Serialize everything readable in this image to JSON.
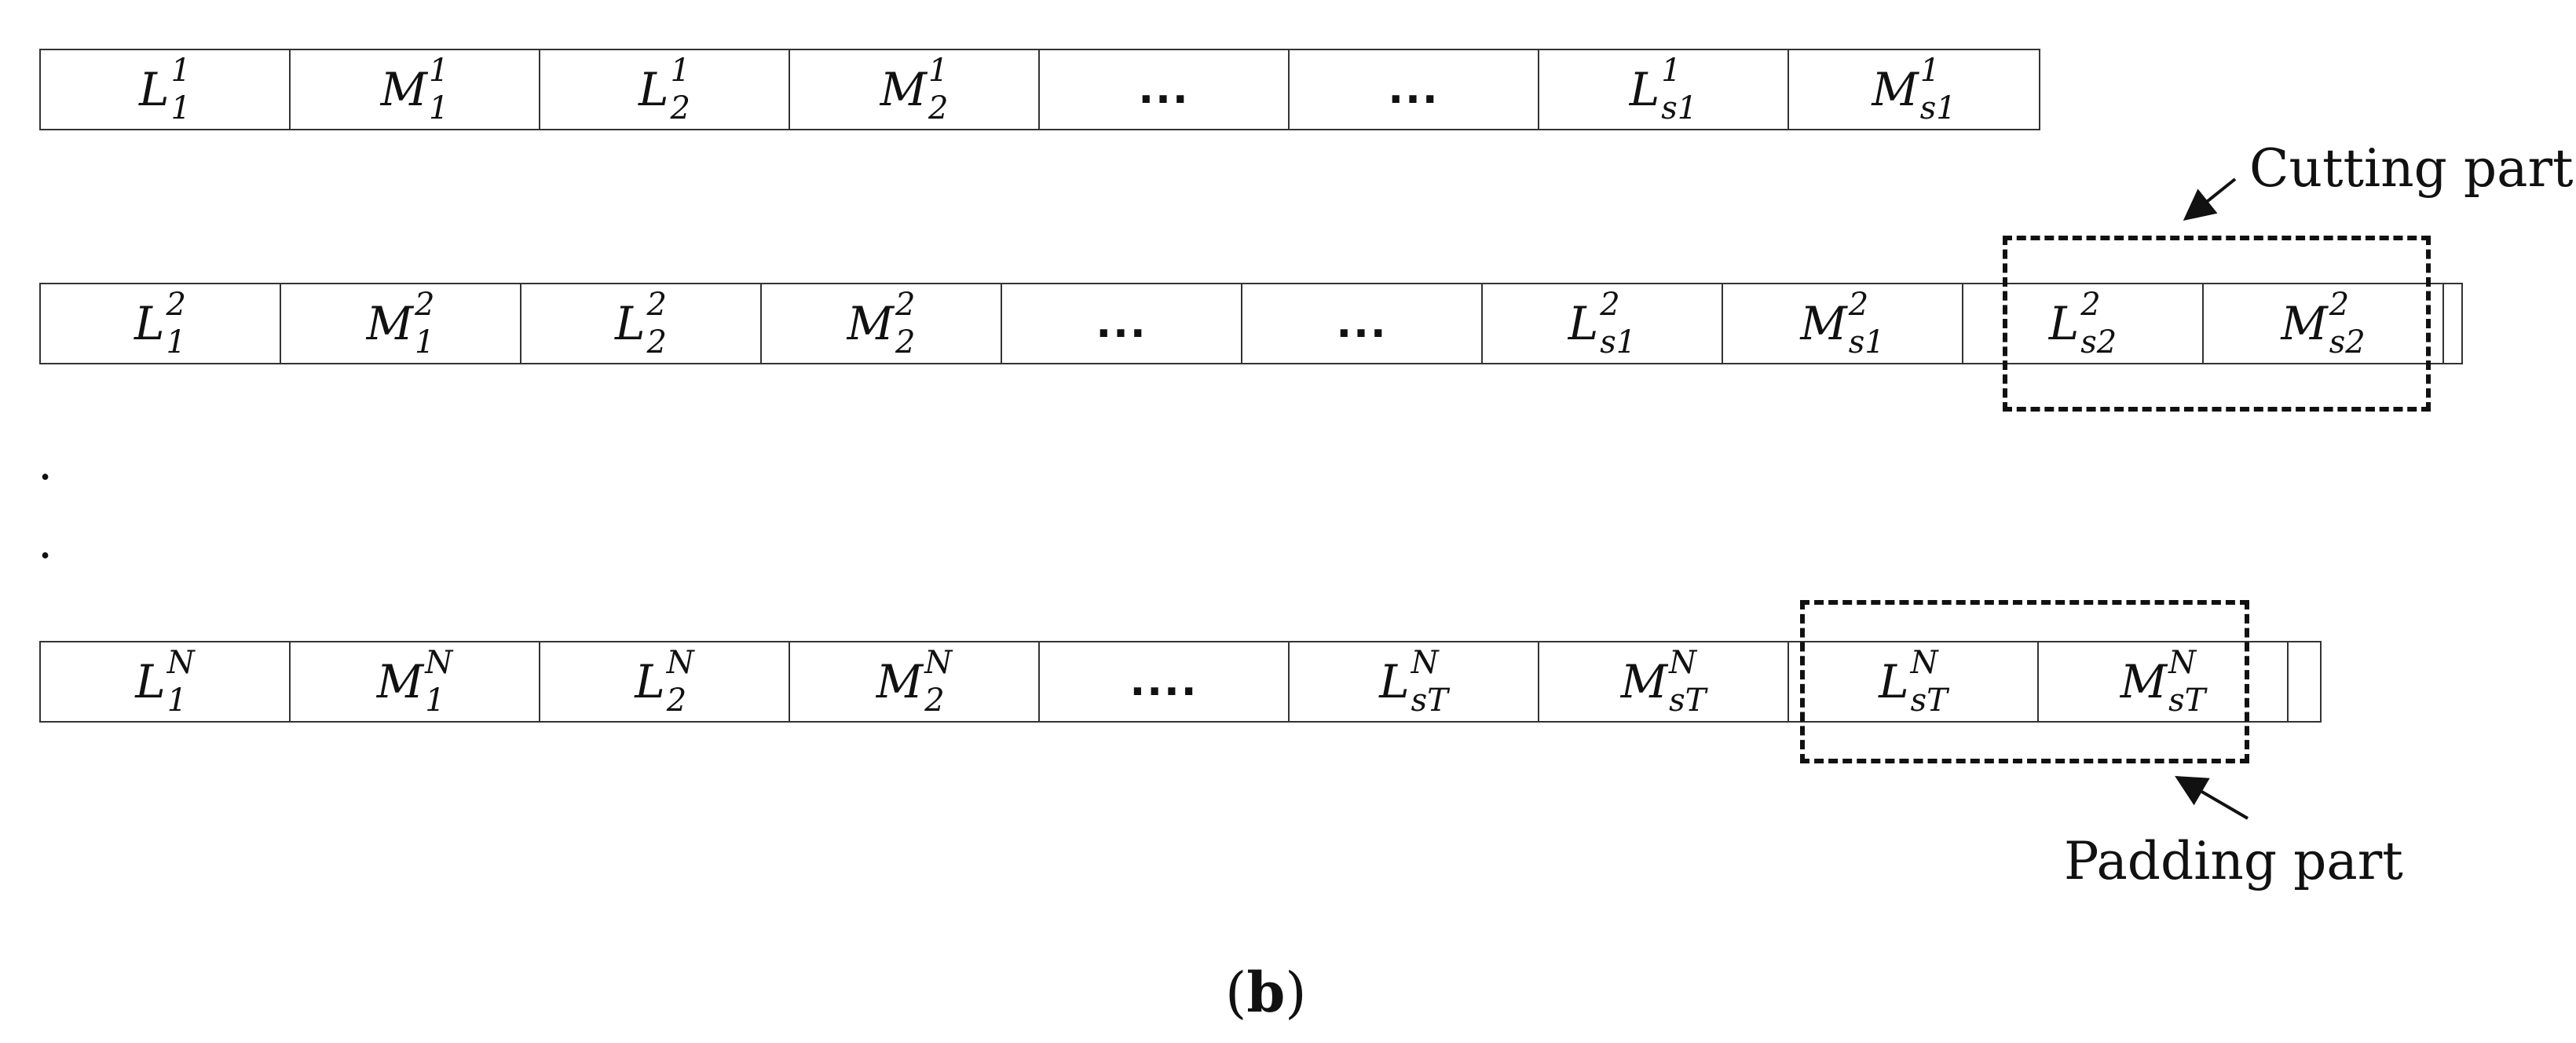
{
  "rows": [
    {
      "cells": [
        {
          "base": "L",
          "sup": "1",
          "sub": "1"
        },
        {
          "base": "M",
          "sup": "1",
          "sub": "1"
        },
        {
          "base": "L",
          "sup": "1",
          "sub": "2"
        },
        {
          "base": "M",
          "sup": "1",
          "sub": "2"
        },
        {
          "text": "..."
        },
        {
          "text": "..."
        },
        {
          "base": "L",
          "sup": "1",
          "sub": "s1"
        },
        {
          "base": "M",
          "sup": "1",
          "sub": "s1"
        }
      ]
    },
    {
      "cells": [
        {
          "base": "L",
          "sup": "2",
          "sub": "1"
        },
        {
          "base": "M",
          "sup": "2",
          "sub": "1"
        },
        {
          "base": "L",
          "sup": "2",
          "sub": "2"
        },
        {
          "base": "M",
          "sup": "2",
          "sub": "2"
        },
        {
          "text": "..."
        },
        {
          "text": "..."
        },
        {
          "base": "L",
          "sup": "2",
          "sub": "s1"
        },
        {
          "base": "M",
          "sup": "2",
          "sub": "s1"
        },
        {
          "base": "L",
          "sup": "2",
          "sub": "s2"
        },
        {
          "base": "M",
          "sup": "2",
          "sub": "s2"
        },
        {
          "text": ""
        }
      ]
    },
    {
      "cells": [
        {
          "base": "L",
          "sup": "N",
          "sub": "1"
        },
        {
          "base": "M",
          "sup": "N",
          "sub": "1"
        },
        {
          "base": "L",
          "sup": "N",
          "sub": "2"
        },
        {
          "base": "M",
          "sup": "N",
          "sub": "2"
        },
        {
          "text": "...."
        },
        {
          "base": "L",
          "sup": "N",
          "sub": "sT"
        },
        {
          "base": "M",
          "sup": "N",
          "sub": "sT"
        },
        {
          "base": "L",
          "sup": "N",
          "sub": "sT"
        },
        {
          "base": "M",
          "sup": "N",
          "sub": "sT"
        },
        {
          "text": ""
        }
      ]
    }
  ],
  "vertical_dots": [
    ".",
    "."
  ],
  "callouts": {
    "cutting_label": "Cutting part",
    "padding_label": "Padding part"
  },
  "caption": {
    "open": "(",
    "letter": "b",
    "close": ")"
  }
}
